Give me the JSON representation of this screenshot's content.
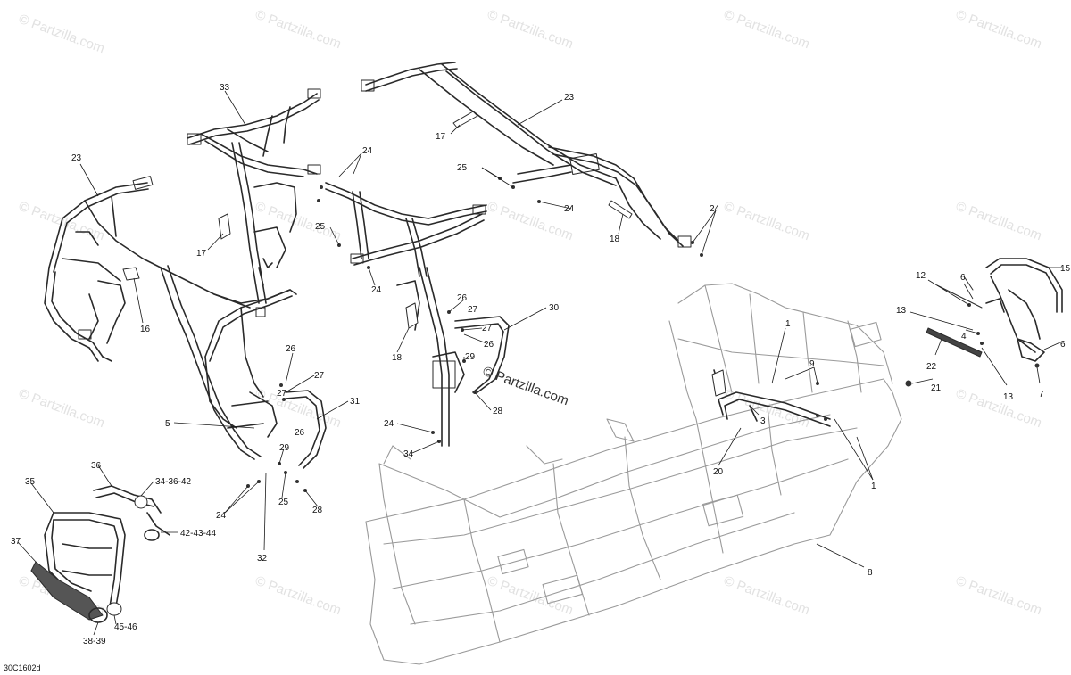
{
  "watermark": "© Partzilla.com",
  "center_watermark": "© Partzilla.com",
  "diagram_code": "30C1602d",
  "callouts": [
    {
      "id": "c33",
      "label": "33"
    },
    {
      "id": "c23a",
      "label": "23"
    },
    {
      "id": "c23b",
      "label": "23"
    },
    {
      "id": "c17a",
      "label": "17"
    },
    {
      "id": "c17b",
      "label": "17"
    },
    {
      "id": "c24a",
      "label": "24"
    },
    {
      "id": "c25a",
      "label": "25"
    },
    {
      "id": "c24b",
      "label": "24"
    },
    {
      "id": "c24c",
      "label": "24"
    },
    {
      "id": "c18a",
      "label": "18"
    },
    {
      "id": "c25b",
      "label": "25"
    },
    {
      "id": "c24d",
      "label": "24"
    },
    {
      "id": "c16",
      "label": "16"
    },
    {
      "id": "c26a",
      "label": "26"
    },
    {
      "id": "c27a",
      "label": "27"
    },
    {
      "id": "c27b",
      "label": "27"
    },
    {
      "id": "c26b",
      "label": "26"
    },
    {
      "id": "c30",
      "label": "30"
    },
    {
      "id": "c18b",
      "label": "18"
    },
    {
      "id": "c29a",
      "label": "29"
    },
    {
      "id": "c28a",
      "label": "28"
    },
    {
      "id": "c26c",
      "label": "26"
    },
    {
      "id": "c27c",
      "label": "27"
    },
    {
      "id": "c27d",
      "label": "27"
    },
    {
      "id": "c26d",
      "label": "26"
    },
    {
      "id": "c31",
      "label": "31"
    },
    {
      "id": "c5",
      "label": "5"
    },
    {
      "id": "c24e",
      "label": "24"
    },
    {
      "id": "c34",
      "label": "34"
    },
    {
      "id": "c29b",
      "label": "29"
    },
    {
      "id": "c25c",
      "label": "25"
    },
    {
      "id": "c28b",
      "label": "28"
    },
    {
      "id": "c24f",
      "label": "24"
    },
    {
      "id": "c32",
      "label": "32"
    },
    {
      "id": "c36",
      "label": "36"
    },
    {
      "id": "c34-36-42",
      "label": "34-36-42"
    },
    {
      "id": "c35",
      "label": "35"
    },
    {
      "id": "c42-43-44",
      "label": "42-43-44"
    },
    {
      "id": "c37",
      "label": "37"
    },
    {
      "id": "c45-46",
      "label": "45-46"
    },
    {
      "id": "c38-39",
      "label": "38-39"
    },
    {
      "id": "c1a",
      "label": "1"
    },
    {
      "id": "c9",
      "label": "9"
    },
    {
      "id": "c3",
      "label": "3"
    },
    {
      "id": "c20",
      "label": "20"
    },
    {
      "id": "c1b",
      "label": "1"
    },
    {
      "id": "c8",
      "label": "8"
    },
    {
      "id": "c12",
      "label": "12"
    },
    {
      "id": "c6a",
      "label": "6"
    },
    {
      "id": "c15",
      "label": "15"
    },
    {
      "id": "c13a",
      "label": "13"
    },
    {
      "id": "c4",
      "label": "4"
    },
    {
      "id": "c6b",
      "label": "6"
    },
    {
      "id": "c22",
      "label": "22"
    },
    {
      "id": "c13b",
      "label": "13"
    },
    {
      "id": "c7",
      "label": "7"
    },
    {
      "id": "c21",
      "label": "21"
    }
  ]
}
